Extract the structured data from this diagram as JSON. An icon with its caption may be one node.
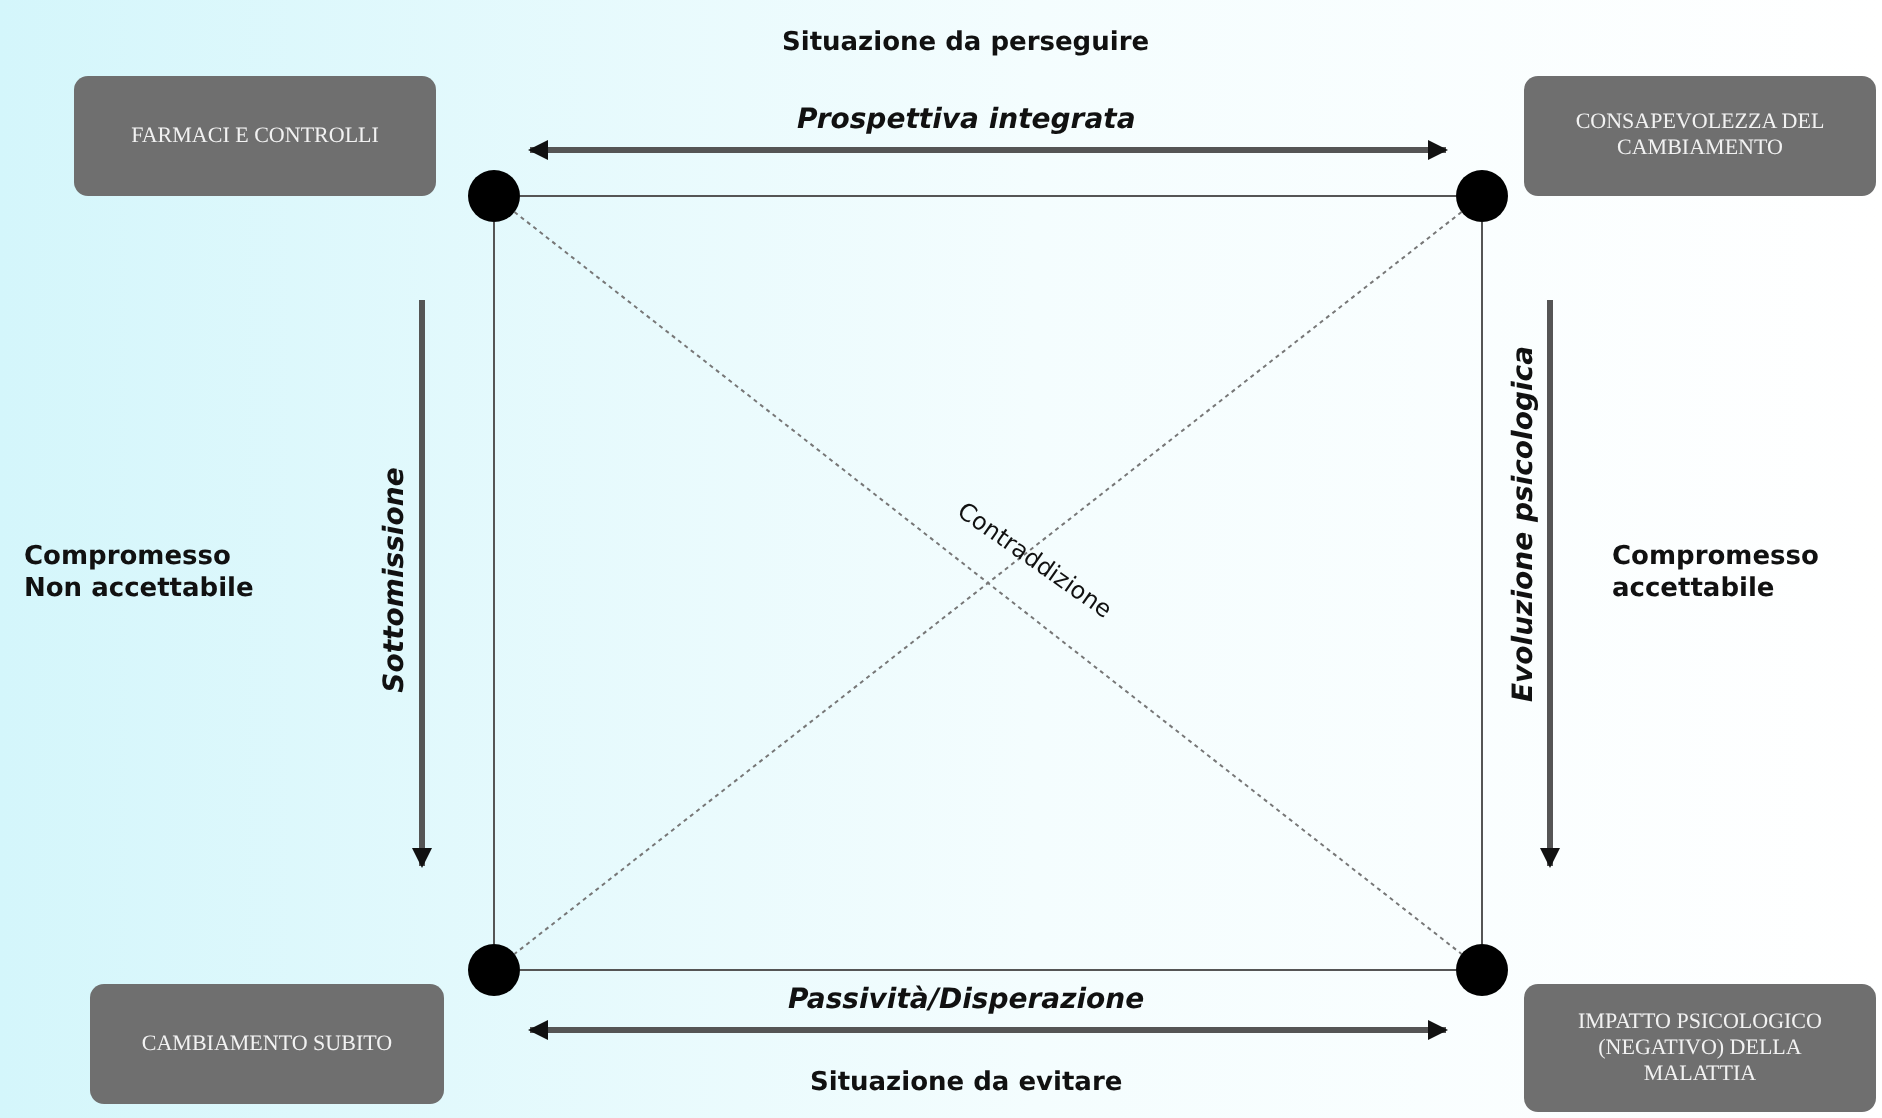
{
  "diagram": {
    "nodes": [
      {
        "text": [
          "FARMACI E CONTROLLI"
        ]
      },
      {
        "text": [
          "CONSAPEVOLEZZA DEL CAMBIAMENTO"
        ]
      },
      {
        "text": [],
        "shape": "circle"
      },
      {
        "text": [],
        "shape": "circle"
      },
      {
        "text": [],
        "shape": "circle"
      },
      {
        "text": [],
        "shape": "circle"
      },
      {
        "text": [
          "CAMBIAMENTO SUBITO"
        ]
      },
      {
        "text": [
          "IMPATTO PSICOLOGICO (NEGATIVO) DELLA MALATTIA"
        ]
      }
    ],
    "edges": [
      {
        "from": 2,
        "to": 3,
        "arrow": "none"
      },
      {
        "from": 2,
        "to": 4,
        "arrow": "none"
      },
      {
        "from": 3,
        "to": 5,
        "arrow": "none"
      },
      {
        "from": 4,
        "to": 5,
        "arrow": "none"
      },
      {
        "from": 2,
        "to": 5,
        "arrow": "none",
        "style": "dashed",
        "label": "Contraddizione"
      },
      {
        "from": 3,
        "to": 4,
        "arrow": "none",
        "style": "dashed"
      },
      {
        "from": 2,
        "to": 3,
        "arrow": "both",
        "style": "thick",
        "label": "Prospettiva integrata"
      },
      {
        "from": 2,
        "to": 4,
        "arrow": "to",
        "style": "thick",
        "label": "Sottomissione"
      },
      {
        "from": 3,
        "to": 5,
        "arrow": "to",
        "style": "thick",
        "label": "Evoluzione psicologica"
      },
      {
        "from": 4,
        "to": 5,
        "arrow": "both",
        "style": "thick",
        "label": "Passività/Disperazione"
      }
    ],
    "labels": [
      "Situazione da perseguire",
      "Compromesso Non accettabile",
      "Compromesso accettabile",
      "Situazione da evitare"
    ]
  }
}
